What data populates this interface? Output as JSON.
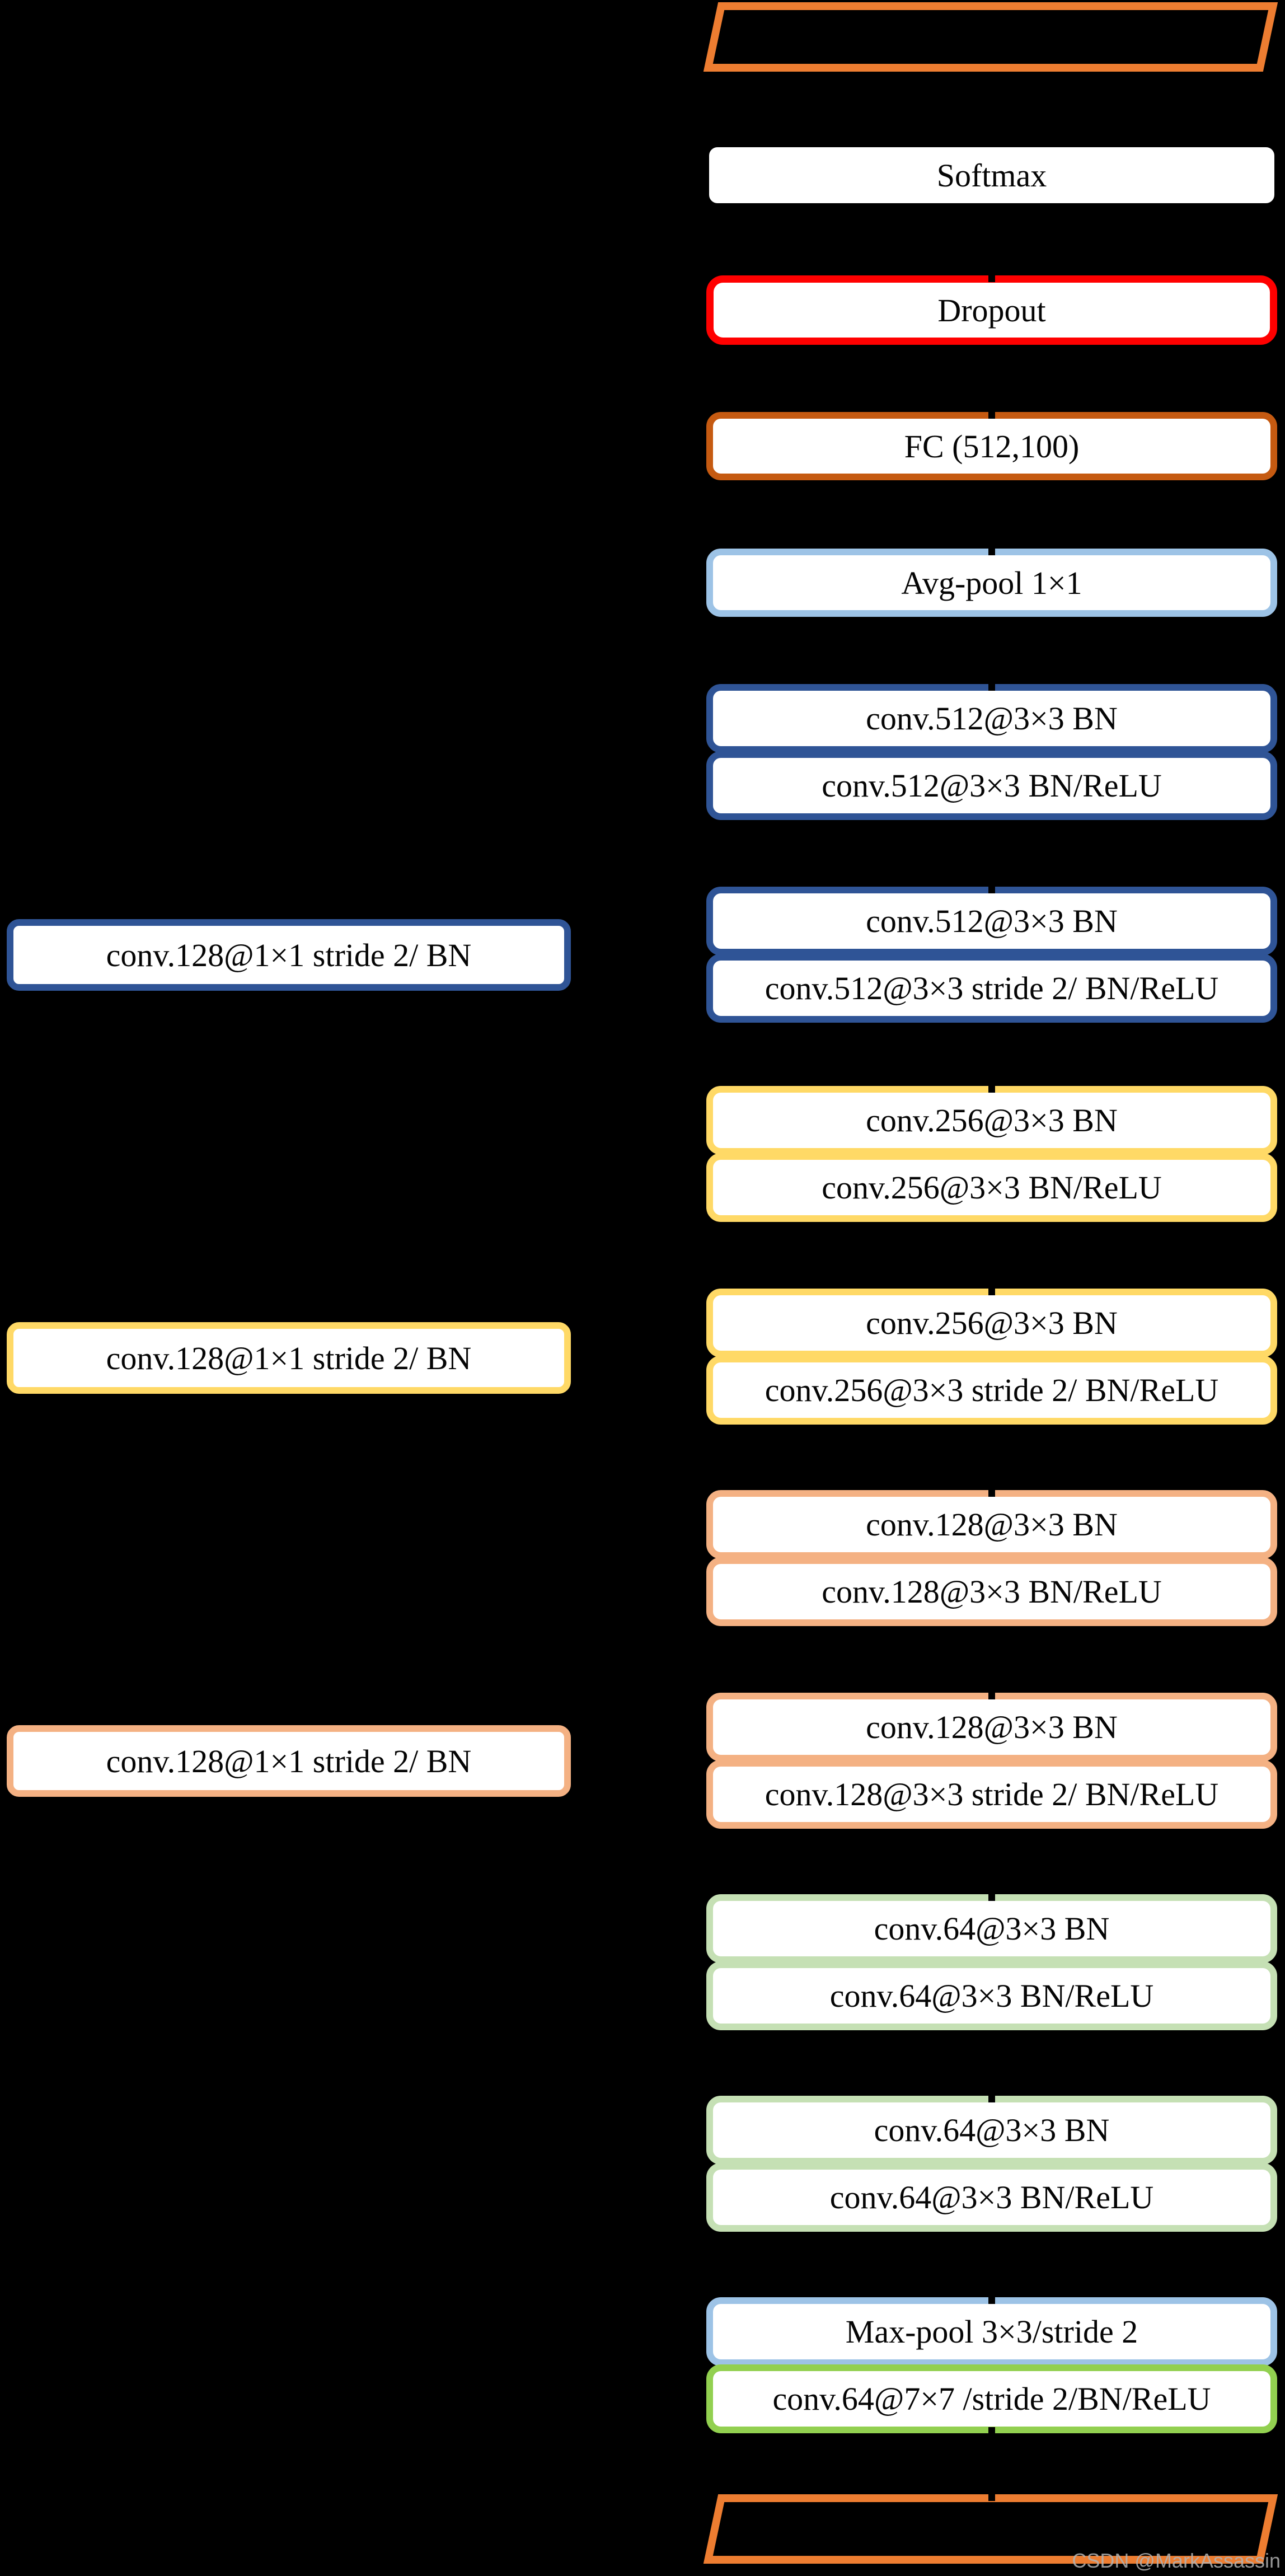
{
  "page": {
    "background": "#000000",
    "watermark": "CSDN @MarkAssassin"
  },
  "palette": {
    "io_border_orange": "#ED7D31",
    "dropout_red": "#FF0000",
    "fc_dark_orange": "#C55A11",
    "pool_light_blue": "#9DC3E6",
    "conv512_dark_blue": "#2F5496",
    "conv256_yellow": "#FFD966",
    "conv128_peach": "#F4B183",
    "conv64_light_green": "#C5E0B4",
    "stem_green": "#92D050",
    "box_fill": "#FFFFFF",
    "text": "#000000"
  },
  "main": {
    "blocks": [
      {
        "id": "input-top",
        "type": "parallelogram",
        "label": "",
        "border": "#ED7D31"
      },
      {
        "id": "softmax",
        "type": "box",
        "label": "Softmax",
        "border": "#000000"
      },
      {
        "id": "dropout",
        "type": "box",
        "label": "Dropout",
        "border": "#FF0000"
      },
      {
        "id": "fc",
        "type": "box",
        "label": "FC (512,100)",
        "border": "#C55A11"
      },
      {
        "id": "avgpool",
        "type": "box",
        "label": "Avg-pool 1×1",
        "border": "#9DC3E6"
      },
      {
        "id": "block512-1",
        "type": "pair",
        "border": "#2F5496",
        "top_label": "conv.512@3×3 BN",
        "bottom_label": "conv.512@3×3 BN/ReLU"
      },
      {
        "id": "block512-2",
        "type": "pair",
        "border": "#2F5496",
        "top_label": "conv.512@3×3 BN",
        "bottom_label": "conv.512@3×3 stride 2/ BN/ReLU"
      },
      {
        "id": "block256-1",
        "type": "pair",
        "border": "#FFD966",
        "top_label": "conv.256@3×3 BN",
        "bottom_label": "conv.256@3×3 BN/ReLU"
      },
      {
        "id": "block256-2",
        "type": "pair",
        "border": "#FFD966",
        "top_label": "conv.256@3×3 BN",
        "bottom_label": "conv.256@3×3 stride 2/ BN/ReLU"
      },
      {
        "id": "block128-1",
        "type": "pair",
        "border": "#F4B183",
        "top_label": "conv.128@3×3 BN",
        "bottom_label": "conv.128@3×3 BN/ReLU"
      },
      {
        "id": "block128-2",
        "type": "pair",
        "border": "#F4B183",
        "top_label": "conv.128@3×3 BN",
        "bottom_label": "conv.128@3×3 stride 2/ BN/ReLU"
      },
      {
        "id": "block64-1",
        "type": "pair",
        "border": "#C5E0B4",
        "top_label": "conv.64@3×3 BN",
        "bottom_label": "conv.64@3×3 BN/ReLU"
      },
      {
        "id": "block64-2",
        "type": "pair",
        "border": "#C5E0B4",
        "top_label": "conv.64@3×3 BN",
        "bottom_label": "conv.64@3×3 BN/ReLU"
      },
      {
        "id": "stem",
        "type": "pair",
        "top_border": "#9DC3E6",
        "bottom_border": "#92D050",
        "top_label": "Max-pool 3×3/stride 2",
        "bottom_label": "conv.64@7×7 /stride 2/BN/ReLU"
      },
      {
        "id": "input-bottom",
        "type": "parallelogram",
        "label": "",
        "border": "#ED7D31"
      }
    ]
  },
  "shortcuts": [
    {
      "id": "shortcut-512",
      "label": "conv.128@1×1 stride 2/ BN",
      "border": "#2F5496"
    },
    {
      "id": "shortcut-256",
      "label": "conv.128@1×1 stride 2/ BN",
      "border": "#FFD966"
    },
    {
      "id": "shortcut-128",
      "label": "conv.128@1×1 stride 2/ BN",
      "border": "#F4B183"
    }
  ]
}
